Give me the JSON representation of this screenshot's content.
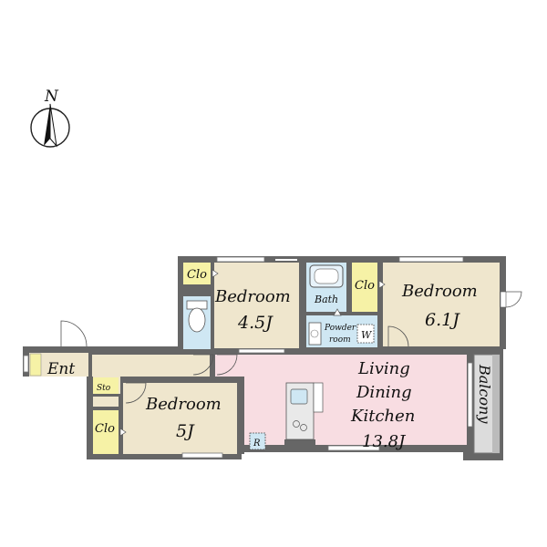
{
  "compass": {
    "north_label": "N"
  },
  "rooms": {
    "bedroom_a": {
      "name": "Bedroom",
      "size": "4.5J"
    },
    "bedroom_b": {
      "name": "Bedroom",
      "size": "6.1J"
    },
    "bedroom_c": {
      "name": "Bedroom",
      "size": "5J"
    },
    "ldk": {
      "line1": "Living",
      "line2": "Dining",
      "line3": "Kitchen",
      "size": "13.8J"
    },
    "bath": "Bath",
    "powder": {
      "line1": "Powder",
      "line2": "room"
    },
    "washer": "W",
    "entrance": "Ent",
    "storage": "Sto",
    "closet_a": "Clo",
    "closet_b": "Clo",
    "closet_c": "Clo",
    "refrigerator": "R",
    "balcony": "Balcony"
  },
  "colors": {
    "bedroom_fill": "#efe6cd",
    "ldk_fill": "#f8dde2",
    "wet_fill": "#cfe7f3",
    "closet_fill": "#f6f2a6",
    "wall": "#555555",
    "balcony_fill": "#dcdcdc"
  }
}
